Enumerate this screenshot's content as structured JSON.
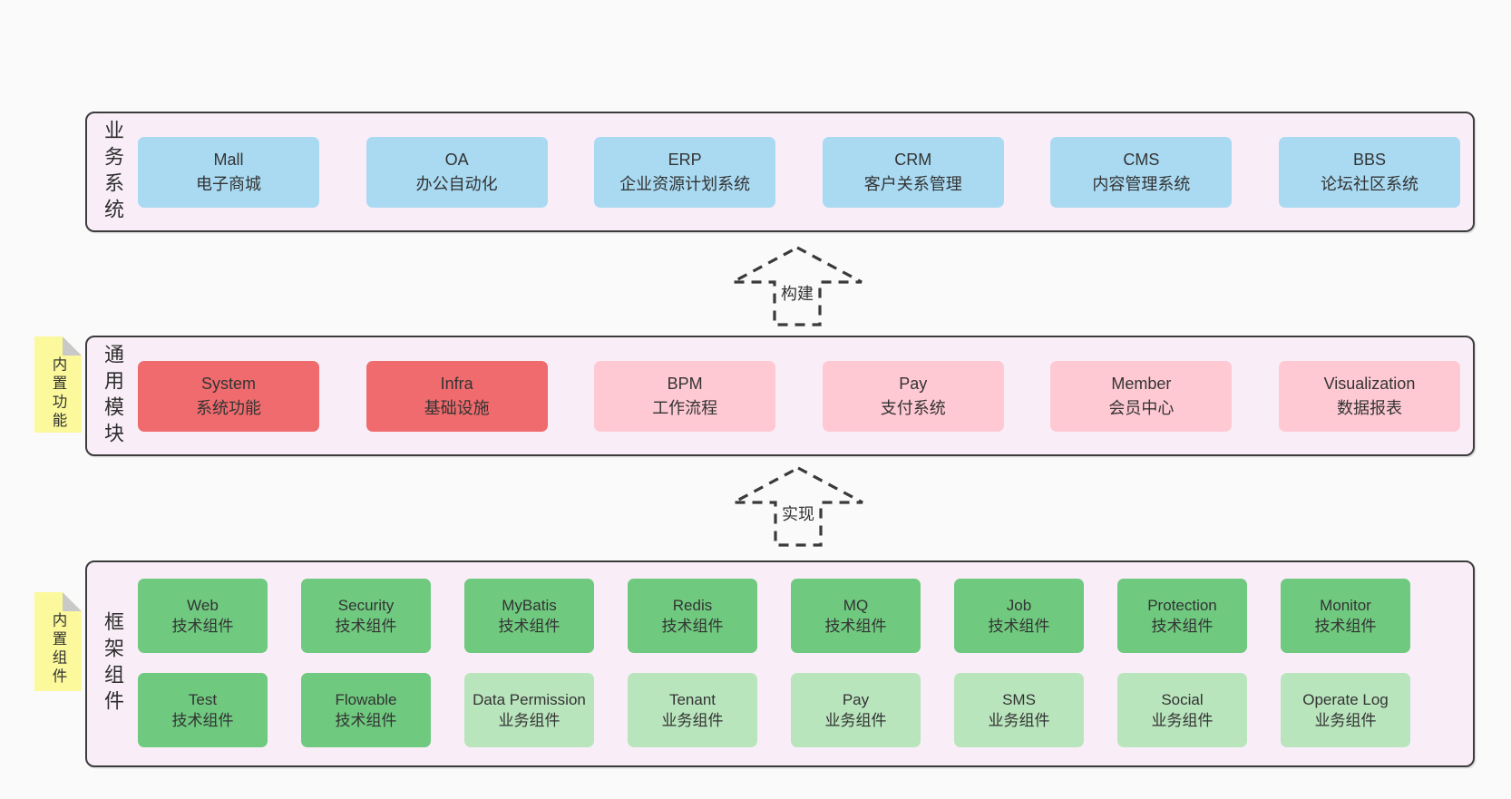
{
  "colors": {
    "page_bg": "#fafafa",
    "band_bg": "#f9eef8",
    "band_border": "#3c3c3c",
    "blue": "#a9daf2",
    "red": "#ef6b6d",
    "pink": "#fec9d2",
    "green": "#6fc97f",
    "light_green": "#b9e5bd",
    "sticky_yellow": "#fbf99b",
    "fold_gray": "#c9c9c9",
    "text": "#333333"
  },
  "bands": {
    "business": {
      "label": "业务系统",
      "items": [
        {
          "name": "Mall",
          "desc": "电子商城",
          "variant": "blue"
        },
        {
          "name": "OA",
          "desc": "办公自动化",
          "variant": "blue"
        },
        {
          "name": "ERP",
          "desc": "企业资源计划系统",
          "variant": "blue"
        },
        {
          "name": "CRM",
          "desc": "客户关系管理",
          "variant": "blue"
        },
        {
          "name": "CMS",
          "desc": "内容管理系统",
          "variant": "blue"
        },
        {
          "name": "BBS",
          "desc": "论坛社区系统",
          "variant": "blue"
        }
      ]
    },
    "modules": {
      "label": "通用模块",
      "sticky": "内置功能",
      "items": [
        {
          "name": "System",
          "desc": "系统功能",
          "variant": "red"
        },
        {
          "name": "Infra",
          "desc": "基础设施",
          "variant": "red"
        },
        {
          "name": "BPM",
          "desc": "工作流程",
          "variant": "pink"
        },
        {
          "name": "Pay",
          "desc": "支付系统",
          "variant": "pink"
        },
        {
          "name": "Member",
          "desc": "会员中心",
          "variant": "pink"
        },
        {
          "name": "Visualization",
          "desc": "数据报表",
          "variant": "pink"
        }
      ]
    },
    "components": {
      "label": "框架组件",
      "sticky": "内置组件",
      "row1": [
        {
          "name": "Web",
          "desc": "技术组件",
          "variant": "green"
        },
        {
          "name": "Security",
          "desc": "技术组件",
          "variant": "green"
        },
        {
          "name": "MyBatis",
          "desc": "技术组件",
          "variant": "green"
        },
        {
          "name": "Redis",
          "desc": "技术组件",
          "variant": "green"
        },
        {
          "name": "MQ",
          "desc": "技术组件",
          "variant": "green"
        },
        {
          "name": "Job",
          "desc": "技术组件",
          "variant": "green"
        },
        {
          "name": "Protection",
          "desc": "技术组件",
          "variant": "green"
        },
        {
          "name": "Monitor",
          "desc": "技术组件",
          "variant": "green"
        }
      ],
      "row2": [
        {
          "name": "Test",
          "desc": "技术组件",
          "variant": "green"
        },
        {
          "name": "Flowable",
          "desc": "技术组件",
          "variant": "green"
        },
        {
          "name": "Data Permission",
          "desc": "业务组件",
          "variant": "light_green"
        },
        {
          "name": "Tenant",
          "desc": "业务组件",
          "variant": "light_green"
        },
        {
          "name": "Pay",
          "desc": "业务组件",
          "variant": "light_green"
        },
        {
          "name": "SMS",
          "desc": "业务组件",
          "variant": "light_green"
        },
        {
          "name": "Social",
          "desc": "业务组件",
          "variant": "light_green"
        },
        {
          "name": "Operate Log",
          "desc": "业务组件",
          "variant": "light_green"
        }
      ]
    }
  },
  "arrows": {
    "build": "构建",
    "implement": "实现"
  }
}
